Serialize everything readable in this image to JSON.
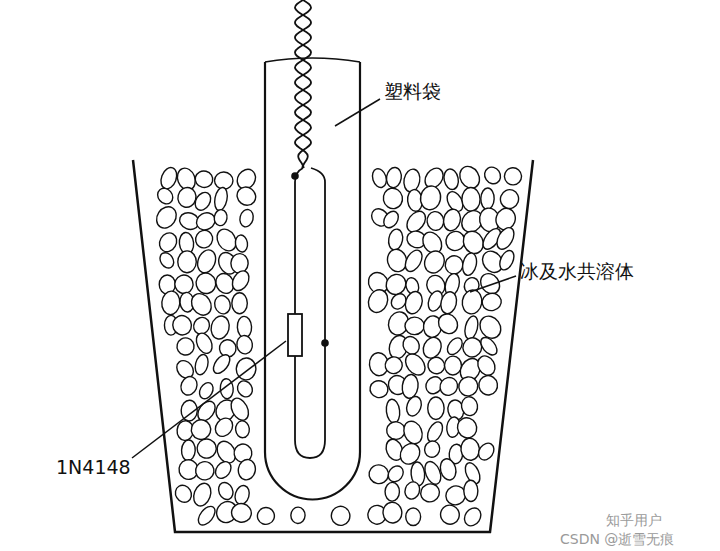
{
  "diagram": {
    "labels": [
      "塑料袋",
      "冰及水共溶体",
      "1N4148",
      "知乎用户",
      "CSDN @逝雪无痕"
    ]
  }
}
